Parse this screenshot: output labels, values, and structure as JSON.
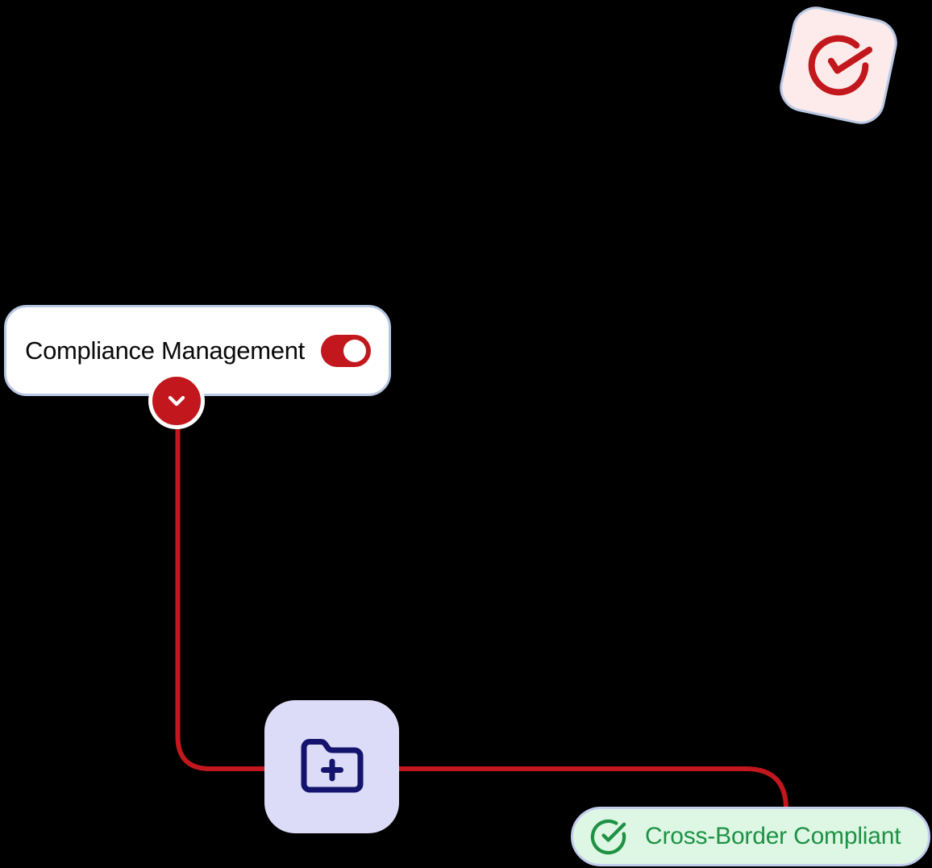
{
  "colors": {
    "background": "#000000",
    "red": "#c2171d",
    "pink": "#fcebea",
    "steel": "#b9c8e2",
    "periwinkle": "#c2cdec",
    "lavender": "#dcdcf8",
    "navy": "#14146e",
    "green": "#1e9145",
    "mint": "#def7e4",
    "card_bg": "#ffffff"
  },
  "badge": {
    "icon": "circle-check-icon",
    "rotation_deg": 12
  },
  "card": {
    "label": "Compliance Management",
    "toggle": {
      "state": "on"
    }
  },
  "expand_button": {
    "icon": "chevron-down-icon"
  },
  "folder_node": {
    "icon": "folder-plus-icon"
  },
  "pill": {
    "icon": "circle-check-icon",
    "label": "Cross-Border Compliant"
  }
}
